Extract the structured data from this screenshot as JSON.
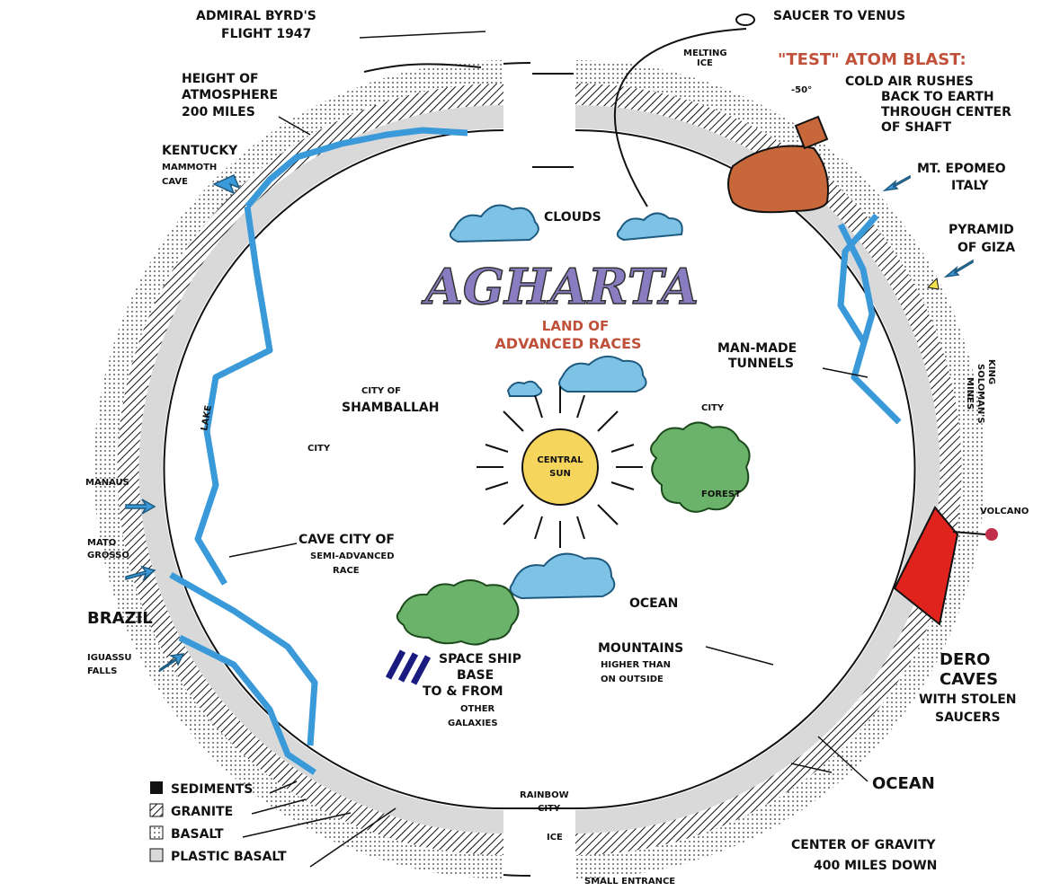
{
  "title": "AGHARTA",
  "subtitle": [
    "LAND OF",
    "ADVANCED RACES"
  ],
  "labels": {
    "byrd": [
      "ADMIRAL BYRD'S",
      "FLIGHT 1947"
    ],
    "venus": "SAUCER TO VENUS",
    "melting": [
      "MELTING",
      "ICE"
    ],
    "atom": "\"TEST\" ATOM BLAST:",
    "coldair": [
      "COLD AIR RUSHES",
      "BACK TO EARTH",
      "THROUGH CENTER",
      "OF SHAFT"
    ],
    "atmos": [
      "HEIGHT OF",
      "ATMOSPHERE",
      "200 MILES"
    ],
    "kentucky": [
      "KENTUCKY",
      "MAMMOTH",
      "CAVE"
    ],
    "epomeo": [
      "MT. EPOMEO",
      "ITALY"
    ],
    "giza": [
      "PYRAMID",
      "OF GIZA"
    ],
    "clouds": "CLOUDS",
    "tunnels": [
      "MAN-MADE",
      "TUNNELS"
    ],
    "king": [
      "KING",
      "SOLOMAN'S",
      "MINES"
    ],
    "shamballah": [
      "CITY OF",
      "SHAMBALLAH"
    ],
    "city": "CITY",
    "sun": [
      "CENTRAL",
      "SUN"
    ],
    "forest": "FOREST",
    "volcano": "VOLCANO",
    "manaus": "MANAUS",
    "matogrosso": [
      "MATO",
      "GROSSO"
    ],
    "cavecity": [
      "CAVE CITY OF",
      "SEMI-ADVANCED",
      "RACE"
    ],
    "ocean": "OCEAN",
    "brazil": "BRAZIL",
    "iguassu": [
      "IGUASSU",
      "FALLS"
    ],
    "mountains": [
      "MOUNTAINS",
      "HIGHER THAN",
      "ON OUTSIDE"
    ],
    "spaceship": [
      "SPACE SHIP",
      "BASE",
      "TO & FROM",
      "OTHER",
      "GALAXIES"
    ],
    "dero": [
      "DERO",
      "CAVES"
    ],
    "stolen": [
      "WITH STOLEN",
      "SAUCERS"
    ],
    "rainbow": [
      "RAINBOW",
      "CITY"
    ],
    "ice": "ICE",
    "gravity": [
      "CENTER OF GRAVITY",
      "400 MILES DOWN"
    ],
    "lake": "LAKE",
    "temp": "-50°",
    "entrance": "SMALL ENTRANCE"
  },
  "legend": [
    "SEDIMENTS",
    "GRANITE",
    "BASALT",
    "PLASTIC BASALT"
  ],
  "colors": {
    "water": "#3a9ad9",
    "cloud": "#7ec3e6",
    "forest": "#6bb36b",
    "sun": "#f6d55c",
    "title": "#8a7cc0",
    "subtitle": "#c0503a",
    "blast": "#c8683a",
    "volcano": "#e0231d",
    "rock": "#d9d9d9",
    "ink": "#111111"
  }
}
